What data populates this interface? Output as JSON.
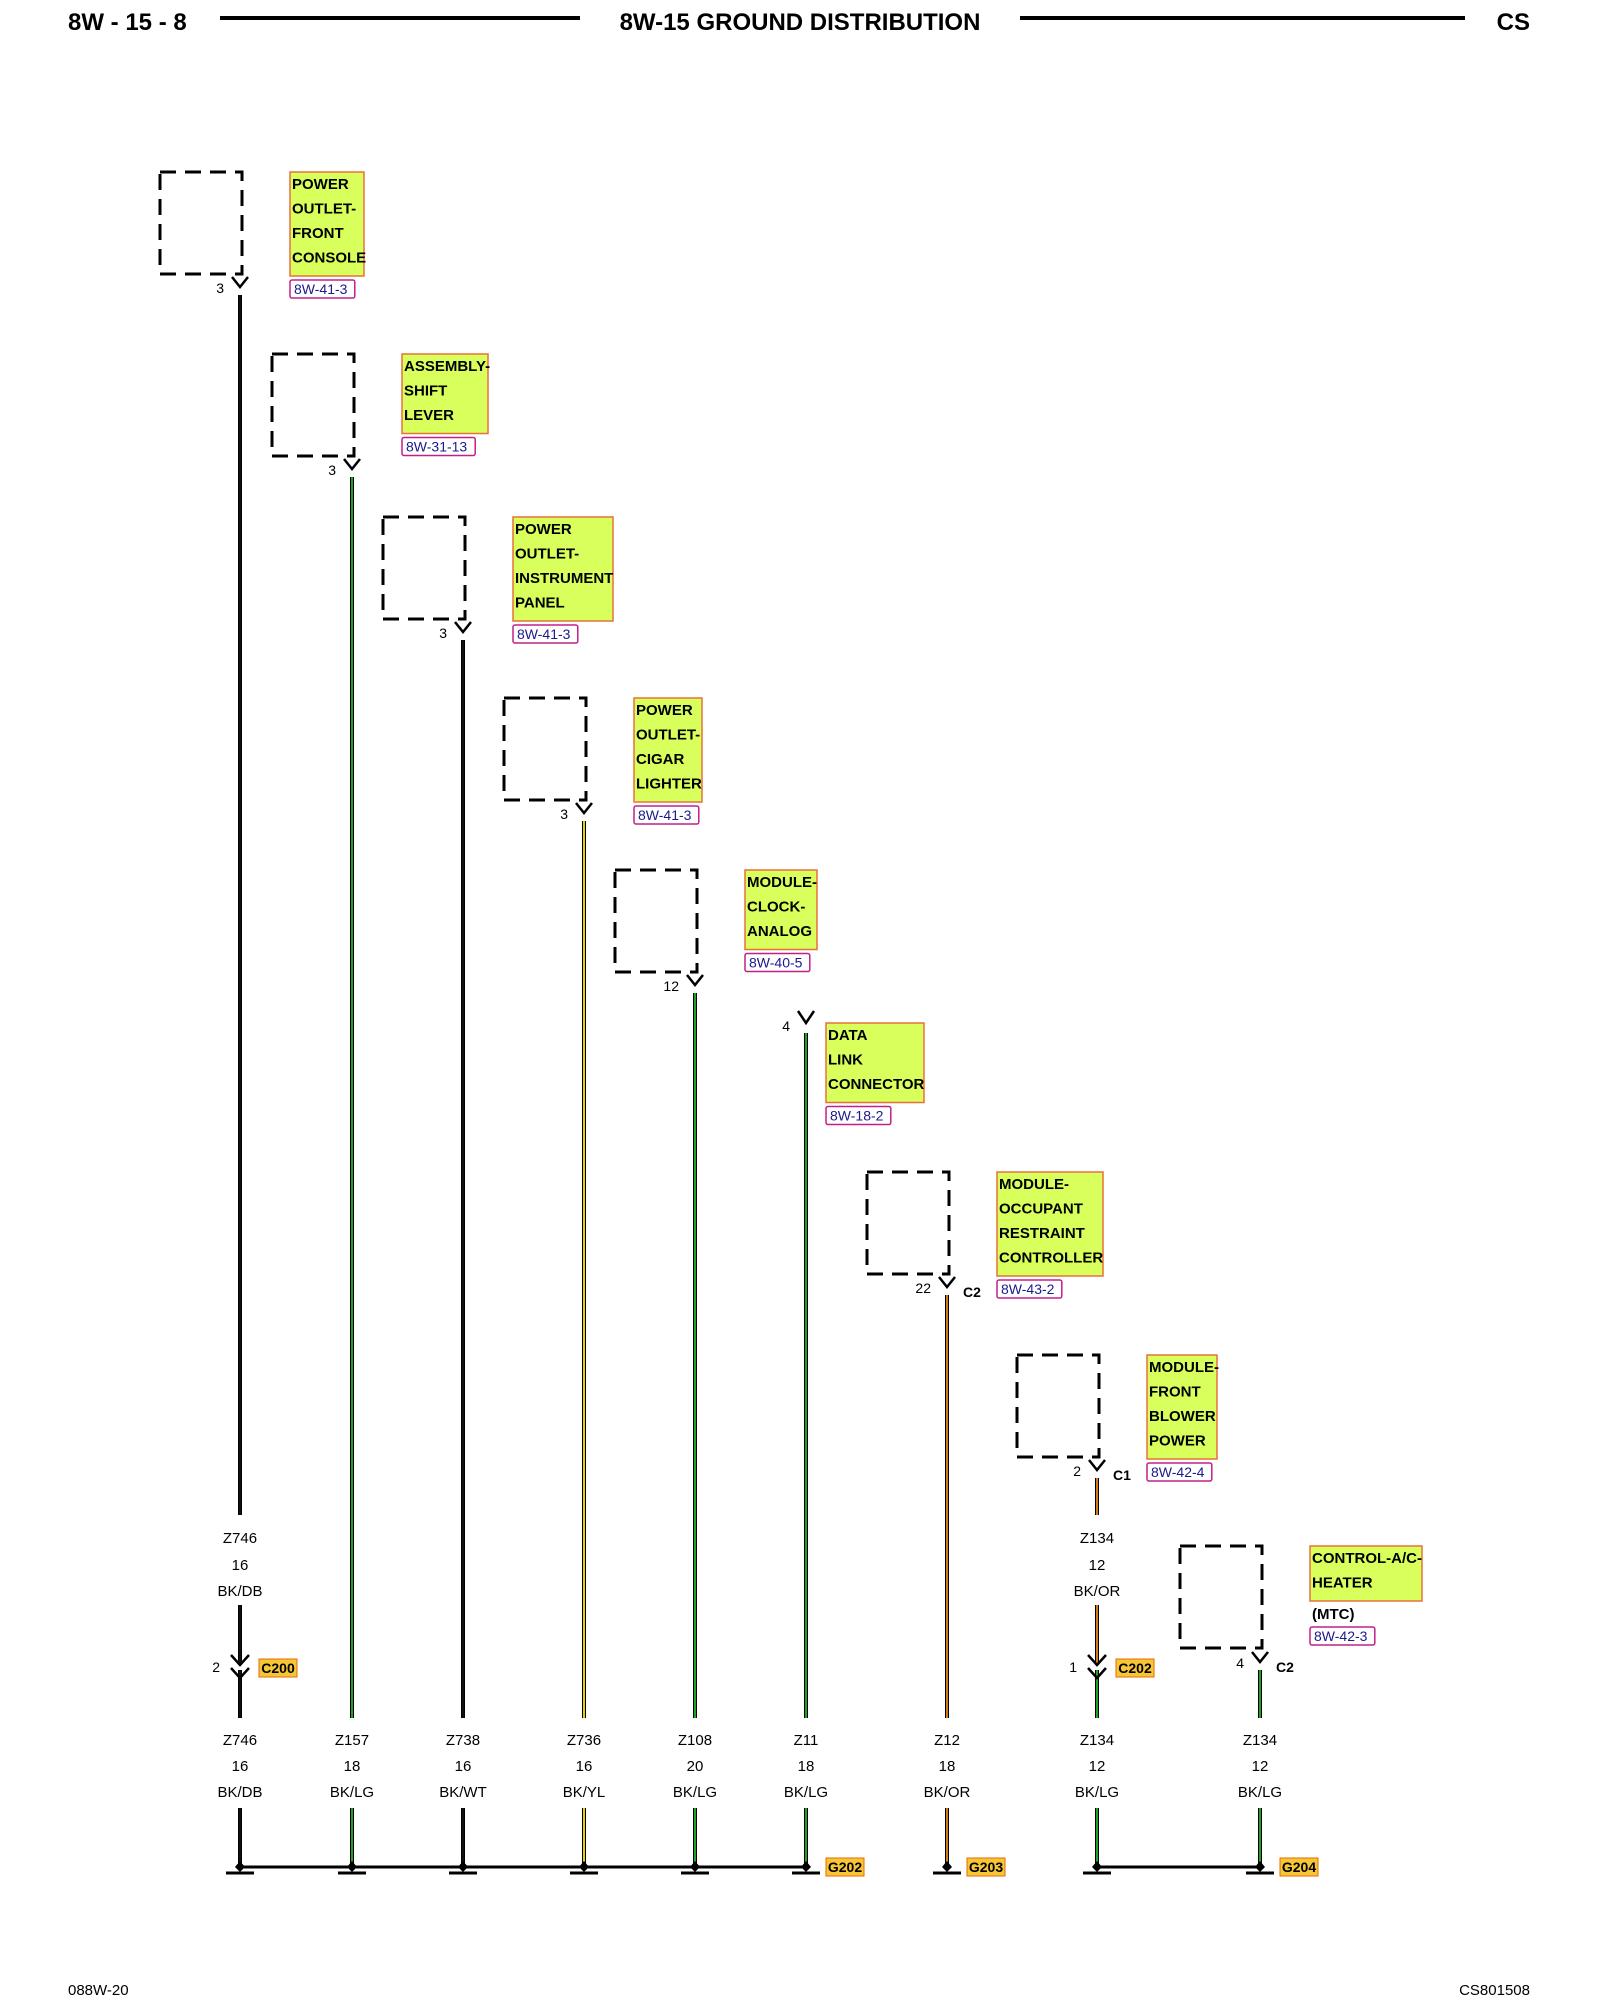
{
  "header": {
    "page_number": "8W - 15 - 8",
    "title": "8W-15 GROUND DISTRIBUTION",
    "model": "CS"
  },
  "footer": {
    "left_code": "088W-20",
    "right_code": "CS801508"
  },
  "colors": {
    "label_fill": "#d9ff5c",
    "label_border": "#e8703a",
    "ref_border": "#c0208a",
    "splice_fill": "#f7c637"
  },
  "components": [
    {
      "lines": [
        "POWER",
        "OUTLET-",
        "FRONT",
        "CONSOLE"
      ],
      "ref": "8W-41-3",
      "pin": "3",
      "connector": ""
    },
    {
      "lines": [
        "ASSEMBLY-",
        "SHIFT",
        "LEVER"
      ],
      "ref": "8W-31-13",
      "pin": "3",
      "connector": ""
    },
    {
      "lines": [
        "POWER",
        "OUTLET-",
        "INSTRUMENT",
        "PANEL"
      ],
      "ref": "8W-41-3",
      "pin": "3",
      "connector": ""
    },
    {
      "lines": [
        "POWER",
        "OUTLET-",
        "CIGAR",
        "LIGHTER"
      ],
      "ref": "8W-41-3",
      "pin": "3",
      "connector": ""
    },
    {
      "lines": [
        "MODULE-",
        "CLOCK-",
        "ANALOG"
      ],
      "ref": "8W-40-5",
      "pin": "12",
      "connector": ""
    },
    {
      "lines": [
        "DATA",
        "LINK",
        "CONNECTOR"
      ],
      "ref": "8W-18-2",
      "pin": "4",
      "connector": ""
    },
    {
      "lines": [
        "MODULE-",
        "OCCUPANT",
        "RESTRAINT",
        "CONTROLLER"
      ],
      "ref": "8W-43-2",
      "pin": "22",
      "connector": "C2"
    },
    {
      "lines": [
        "MODULE-",
        "FRONT",
        "BLOWER",
        "POWER"
      ],
      "ref": "8W-42-4",
      "pin": "2",
      "connector": "C1"
    },
    {
      "lines": [
        "CONTROL-A/C-",
        "HEATER"
      ],
      "extra": "(MTC)",
      "ref": "8W-42-3",
      "pin": "4",
      "connector": "C2"
    }
  ],
  "upper_wires": [
    {
      "circuit": "Z746",
      "gauge": "16",
      "color": "BK/DB"
    },
    {
      "circuit": "Z134",
      "gauge": "12",
      "color": "BK/OR"
    }
  ],
  "inline_connectors": [
    {
      "name": "C200",
      "pin": "2"
    },
    {
      "name": "C202",
      "pin": "1"
    }
  ],
  "lower_wires": [
    {
      "circuit": "Z746",
      "gauge": "16",
      "color": "BK/DB"
    },
    {
      "circuit": "Z157",
      "gauge": "18",
      "color": "BK/LG"
    },
    {
      "circuit": "Z738",
      "gauge": "16",
      "color": "BK/WT"
    },
    {
      "circuit": "Z736",
      "gauge": "16",
      "color": "BK/YL"
    },
    {
      "circuit": "Z108",
      "gauge": "20",
      "color": "BK/LG"
    },
    {
      "circuit": "Z11",
      "gauge": "18",
      "color": "BK/LG"
    },
    {
      "circuit": "Z12",
      "gauge": "18",
      "color": "BK/OR"
    },
    {
      "circuit": "Z134",
      "gauge": "12",
      "color": "BK/LG"
    },
    {
      "circuit": "Z134",
      "gauge": "12",
      "color": "BK/LG"
    }
  ],
  "grounds": [
    {
      "name": "G202"
    },
    {
      "name": "G203"
    },
    {
      "name": "G204"
    }
  ]
}
